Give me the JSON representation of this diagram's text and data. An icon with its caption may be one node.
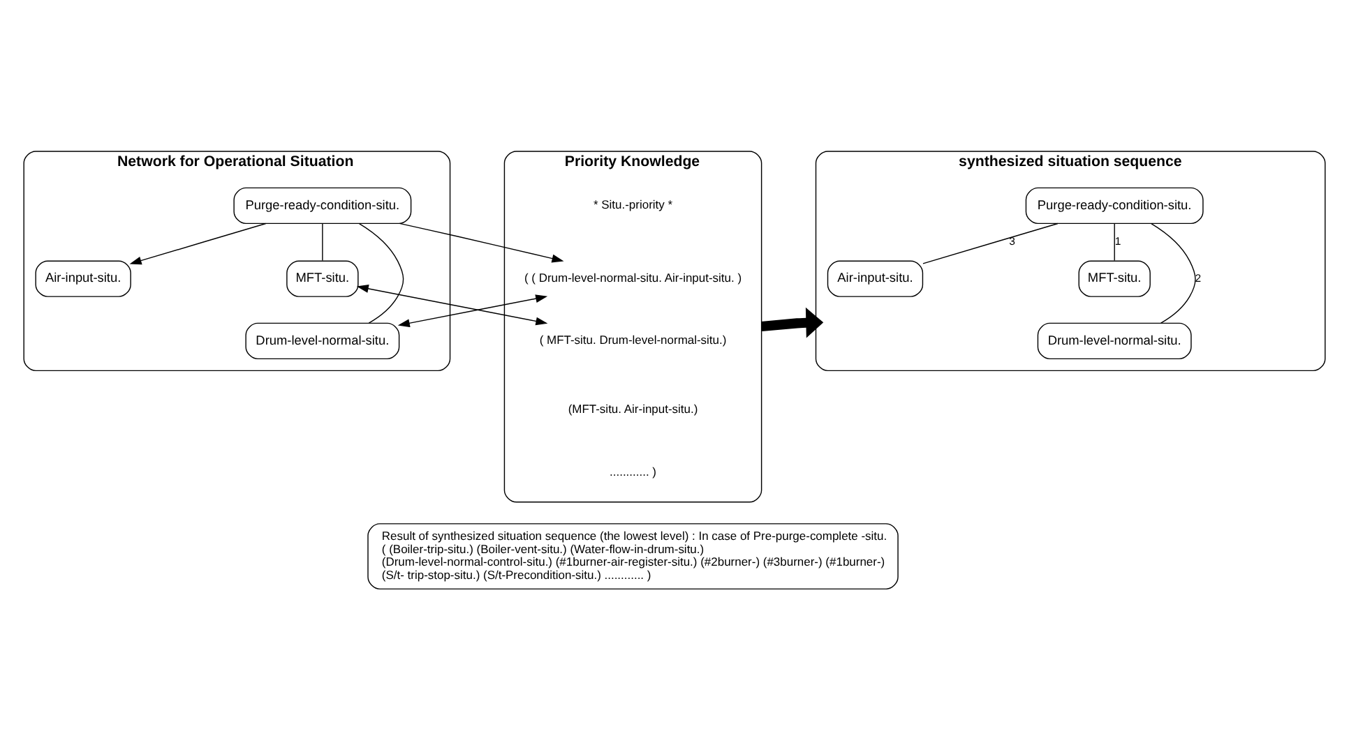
{
  "diagram": {
    "nodes": [
      {
        "text": [
          "Network for Operational Situation"
        ]
      },
      {
        "text": [
          "Purge-ready-condition-situ."
        ],
        "in": 0
      },
      {
        "text": [
          "Air-input-situ."
        ],
        "in": 0
      },
      {
        "text": [
          "MFT-situ."
        ],
        "in": 0
      },
      {
        "text": [
          "Drum-level-normal-situ."
        ],
        "in": 0
      },
      {
        "text": [
          "Priority Knowledge"
        ]
      },
      {
        "text": [
          "* Situ.-priority *"
        ],
        "in": 5
      },
      {
        "text": [
          "( ( Drum-level-normal-situ. Air-input-situ. )"
        ],
        "in": 5
      },
      {
        "text": [
          "( MFT-situ. Drum-level-normal-situ.)"
        ],
        "in": 5
      },
      {
        "text": [
          "(MFT-situ. Air-input-situ.)"
        ],
        "in": 5
      },
      {
        "text": [
          "............ )"
        ],
        "in": 5
      },
      {
        "text": [
          "synthesized situation sequence"
        ]
      },
      {
        "text": [
          "Purge-ready-condition-situ."
        ],
        "in": 11
      },
      {
        "text": [
          "Air-input-situ."
        ],
        "in": 11
      },
      {
        "text": [
          "MFT-situ."
        ],
        "in": 11
      },
      {
        "text": [
          "Drum-level-normal-situ."
        ],
        "in": 11
      },
      {
        "text": [
          "Result of synthesized situation sequence (the lowest level) : In case of Pre-purge-complete -situ.",
          "( (Boiler-trip-situ.) (Boiler-vent-situ.) (Water-flow-in-drum-situ.) (Drum-level-normal-control-situ.) (#1burner-air-register-situ.) (#2burner-) (#3burner-) (#1burner-) (S/t- trip-stop-situ.) (S/t-Precondition-situ.) ............ )"
        ]
      }
    ],
    "edges": [
      {
        "from": 1,
        "to": 2,
        "arrow": "to"
      },
      {
        "from": 1,
        "to": 4,
        "arrow": "none"
      },
      {
        "from": 1,
        "to": 3,
        "arrow": "none"
      },
      {
        "from": 1,
        "to": 7,
        "arrow": "to"
      },
      {
        "from": 3,
        "to": 8,
        "arrow": "both"
      },
      {
        "from": 4,
        "to": 7,
        "arrow": "both"
      },
      {
        "from": 5,
        "to": 11,
        "arrow": "to",
        "style": "thick"
      },
      {
        "from": 12,
        "to": 14,
        "label": "1",
        "arrow": "none"
      },
      {
        "from": 12,
        "to": 15,
        "label": "2",
        "arrow": "none"
      },
      {
        "from": 12,
        "to": 13,
        "label": "3",
        "arrow": "none"
      }
    ]
  }
}
